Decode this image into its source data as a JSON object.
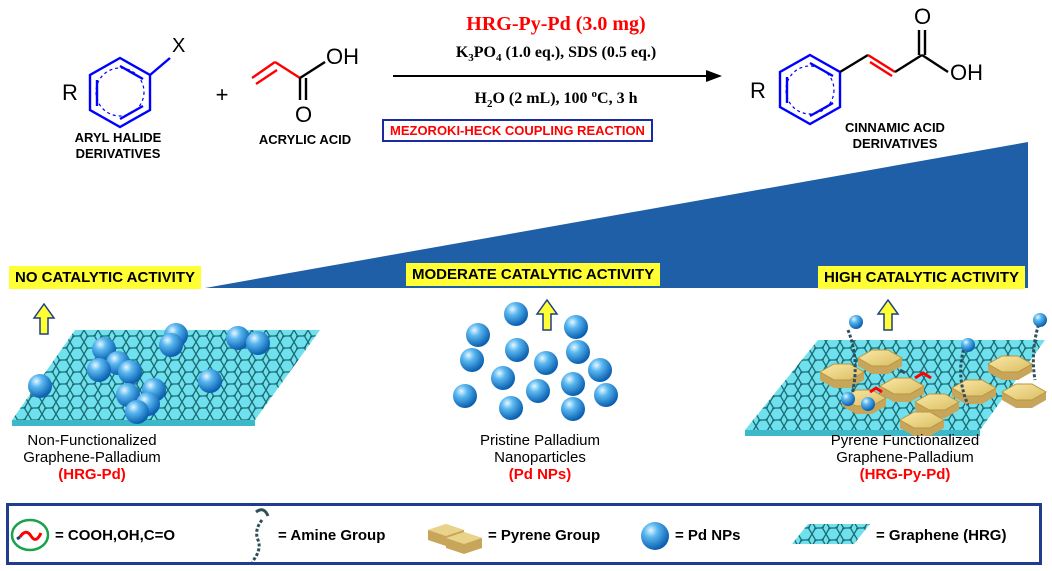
{
  "reaction": {
    "catalyst": "HRG-Py-Pd (3.0 mg)",
    "reagents_line": "K3PO4 (1.0 eq.), SDS (0.5 eq.)",
    "conditions_line": "H2O (2 mL), 100 oC, 3 h",
    "reaction_name": "MEZOROKI-HECK COUPLING REACTION",
    "plus": "+",
    "reactant1": {
      "r": "R",
      "x": "X",
      "name_line1": "ARYL HALIDE",
      "name_line2": "DERIVATIVES"
    },
    "reactant2": {
      "oh": "OH",
      "o": "O",
      "name": "ACRYLIC ACID"
    },
    "product": {
      "r": "R",
      "oh": "OH",
      "o": "O",
      "name_line1": "CINNAMIC ACID",
      "name_line2": "DERIVATIVES"
    }
  },
  "activity": {
    "low": "NO CATALYTIC ACTIVITY",
    "moderate": "MODERATE CATALYTIC ACTIVITY",
    "high": "HIGH CATALYTIC ACTIVITY"
  },
  "catalysts": [
    {
      "line1": "Non-Functionalized",
      "line2": "Graphene-Palladium",
      "abbr": "(HRG-Pd)"
    },
    {
      "line1": "Pristine Palladium",
      "line2": "Nanoparticles",
      "abbr": "(Pd NPs)"
    },
    {
      "line1": "Pyrene Functionalized",
      "line2": "Graphene-Palladium",
      "abbr": "(HRG-Py-Pd)"
    }
  ],
  "legend": {
    "oxygen_groups": "= COOH,OH,C=O",
    "amine": "= Amine Group",
    "pyrene": "= Pyrene Group",
    "pd": "= Pd NPs",
    "graphene": "= Graphene (HRG)"
  },
  "colors": {
    "wedge": "#1f5fa8",
    "highlight": "#ffff33",
    "red_text": "#ff0000",
    "blue_chem": "#0000ff",
    "legend_border": "#1f3d8c",
    "graphene": "#6fe0ee",
    "sphere": "#2a8ee0",
    "pyrene": "#e9d38a"
  }
}
